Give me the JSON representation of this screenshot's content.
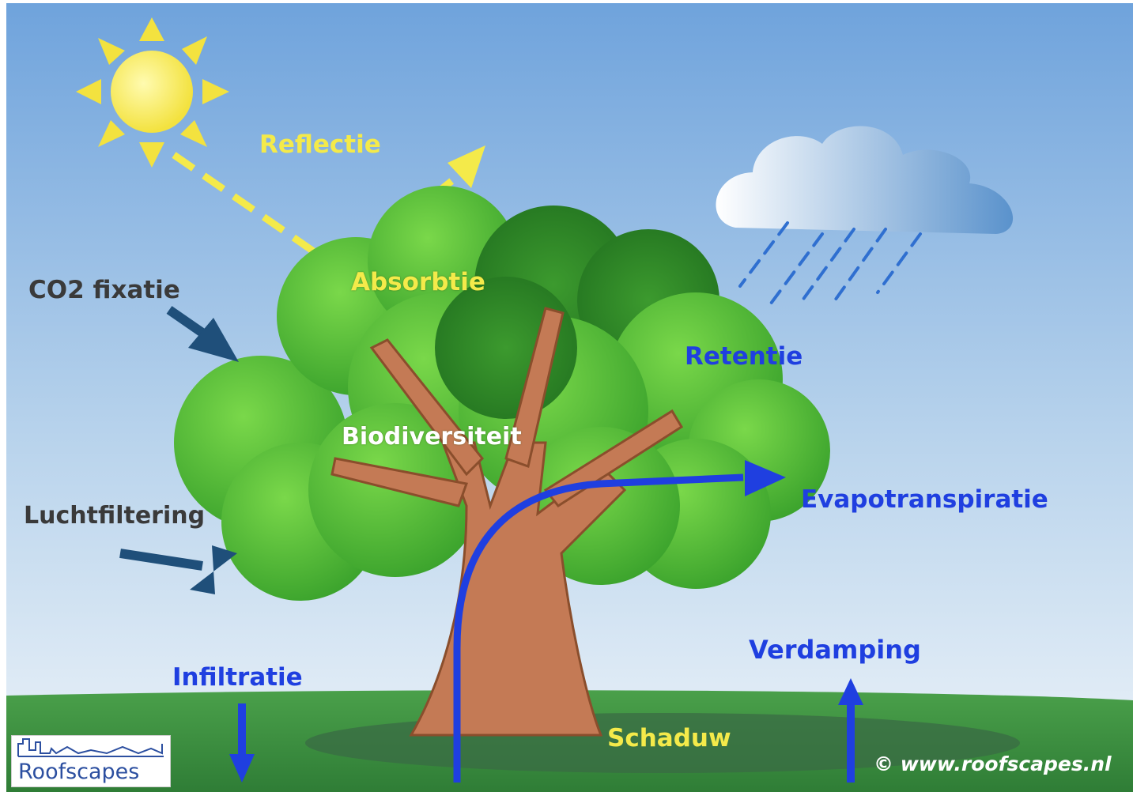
{
  "labels": {
    "reflectie": "Reflectie",
    "absorbtie": "Absorbtie",
    "co2_fixatie": "CO2 fixatie",
    "retentie": "Retentie",
    "biodiversiteit": "Biodiversiteit",
    "luchtfiltering": "Luchtfiltering",
    "evapotranspiratie": "Evapotranspiratie",
    "verdamping": "Verdamping",
    "infiltratie": "Infiltratie",
    "schaduw": "Schaduw"
  },
  "logo": {
    "text": "Roofscapes"
  },
  "copyright": "© www.roofscapes.nl",
  "colors": {
    "sky_top": "#6fa3dc",
    "sky_bottom": "#e8f1f8",
    "grass": "#3c8f3e",
    "yellow_label": "#f4ea4a",
    "blue_label": "#1f3fe0",
    "dark_label": "#3a3a3a",
    "foliage": "#5ec43c",
    "trunk": "#c47a55",
    "arrow_dark": "#1f4f7a"
  }
}
